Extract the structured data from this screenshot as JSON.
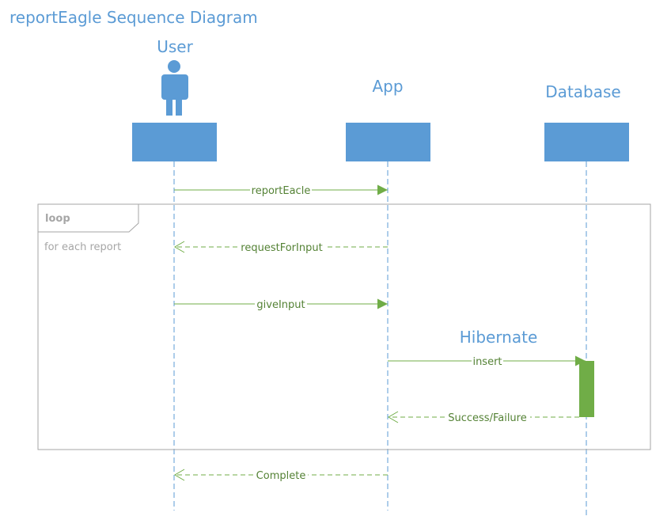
{
  "diagram": {
    "title": "reportEagle Sequence Diagram"
  },
  "colors": {
    "lifeline_blue": "#5b9bd5",
    "message_green": "#70ad47",
    "frame_gray": "#a6a6a6",
    "label_gray": "#7f7f7f"
  },
  "participants": {
    "user": {
      "label": "User",
      "icon": "person-icon"
    },
    "app": {
      "label": "App"
    },
    "database": {
      "label": "Database"
    }
  },
  "loop": {
    "keyword": "loop",
    "guard": "for each report"
  },
  "annotation": {
    "hibernate": "Hibernate"
  },
  "messages": {
    "m1": {
      "label": "reportEacle",
      "from": "User",
      "to": "App",
      "style": "solid"
    },
    "m2": {
      "label": "requestForInput",
      "from": "App",
      "to": "User",
      "style": "dashed"
    },
    "m3": {
      "label": "giveInput",
      "from": "User",
      "to": "App",
      "style": "solid"
    },
    "m4": {
      "label": "insert",
      "from": "App",
      "to": "Database",
      "style": "solid"
    },
    "m5": {
      "label": "Success/Failure",
      "from": "Database",
      "to": "App",
      "style": "dashed"
    },
    "m6": {
      "label": "Complete",
      "from": "App",
      "to": "User",
      "style": "dashed"
    }
  }
}
